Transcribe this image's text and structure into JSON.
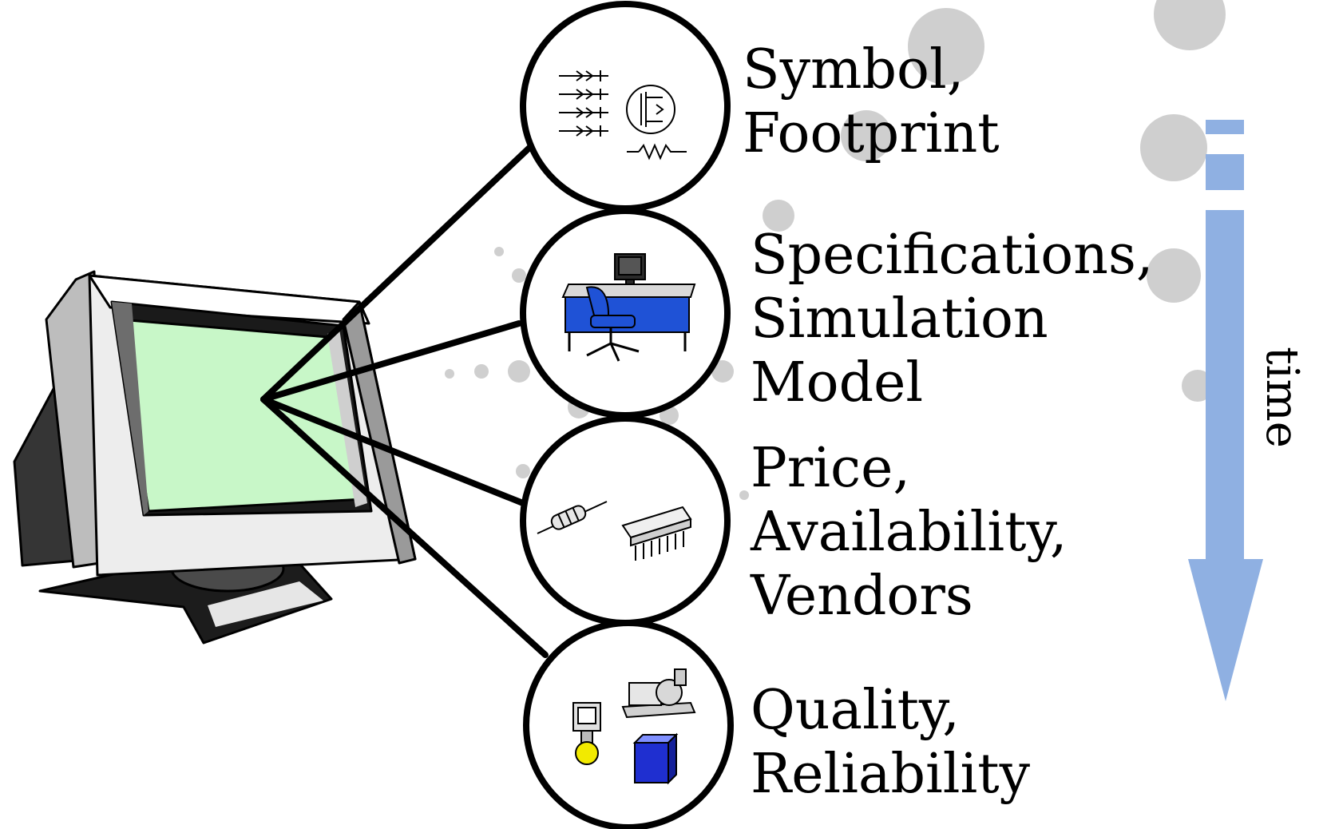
{
  "items": [
    {
      "line1": "Symbol,",
      "line2": "Footprint",
      "line3": ""
    },
    {
      "line1": "Specifications,",
      "line2": "Simulation",
      "line3": "Model"
    },
    {
      "line1": "Price,",
      "line2": "Availability,",
      "line3": "Vendors"
    },
    {
      "line1": "Quality,",
      "line2": "Reliability",
      "line3": ""
    }
  ],
  "time_arrow": {
    "label": "time",
    "color": "#8fb0e2"
  },
  "colors": {
    "screen": "#c8f7c8",
    "desk": "#1f52d6",
    "bubble": "#cfcfcf",
    "outline": "#000000"
  },
  "icons": [
    "computer-monitor-icon",
    "schematic-symbols-icon",
    "workstation-desk-icon",
    "resistor-icon",
    "ic-chip-icon",
    "valve-icon",
    "pump-motor-icon",
    "circuit-board-icon"
  ]
}
